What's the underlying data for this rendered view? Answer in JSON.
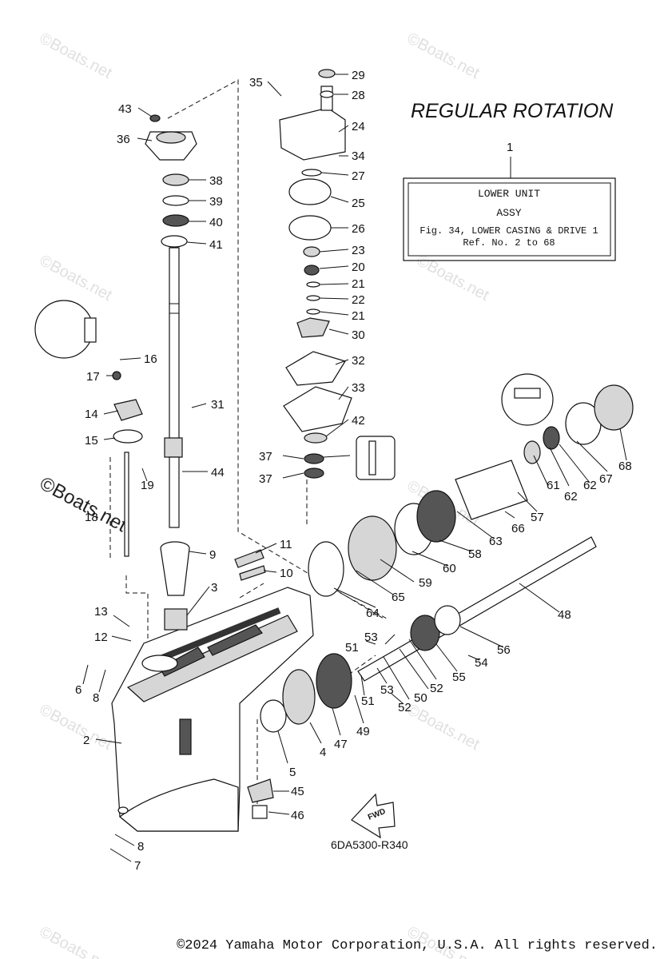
{
  "title": "REGULAR ROTATION",
  "callout": {
    "number": "1",
    "line1": "LOWER UNIT",
    "line2": "ASSY",
    "line3": "Fig. 34, LOWER CASING & DRIVE 1",
    "line4": "Ref. No. 2 to 68"
  },
  "diagram_code": "6DA5300-R340",
  "copyright": "©2024 Yamaha Motor Corporation, U.S.A. All rights reserved.",
  "watermark": "©Boats.net",
  "fwd_label": "FWD",
  "labels": {
    "n2": "2",
    "n3": "3",
    "n4": "4",
    "n5": "5",
    "n6": "6",
    "n7": "7",
    "n8a": "8",
    "n8b": "8",
    "n9": "9",
    "n10": "10",
    "n11": "11",
    "n12": "12",
    "n13": "13",
    "n14": "14",
    "n15": "15",
    "n16": "16",
    "n17": "17",
    "n18": "18",
    "n19": "19",
    "n20": "20",
    "n21a": "21",
    "n21b": "21",
    "n22": "22",
    "n23": "23",
    "n24": "24",
    "n25": "25",
    "n26": "26",
    "n27": "27",
    "n28": "28",
    "n29": "29",
    "n30": "30",
    "n31": "31",
    "n32": "32",
    "n33": "33",
    "n34": "34",
    "n35": "35",
    "n36": "36",
    "n37a": "37",
    "n37b": "37",
    "n38": "38",
    "n39": "39",
    "n40": "40",
    "n41": "41",
    "n42": "42",
    "n43": "43",
    "n44": "44",
    "n45": "45",
    "n46": "46",
    "n47": "47",
    "n48": "48",
    "n49": "49",
    "n50": "50",
    "n51a": "51",
    "n51b": "51",
    "n52a": "52",
    "n52b": "52",
    "n53a": "53",
    "n53b": "53",
    "n54": "54",
    "n55": "55",
    "n56": "56",
    "n57": "57",
    "n58": "58",
    "n59": "59",
    "n60": "60",
    "n61": "61",
    "n62a": "62",
    "n62b": "62",
    "n63": "63",
    "n64": "64",
    "n65": "65",
    "n66": "66",
    "n67": "67",
    "n68": "68"
  }
}
